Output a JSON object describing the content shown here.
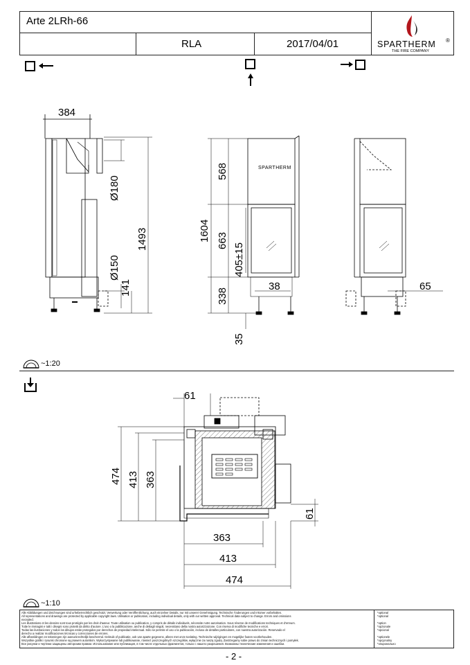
{
  "header": {
    "model": "Arte 2LRh-66",
    "variant": "RLA",
    "date": "2017/04/01",
    "brand": "SPARTHERM",
    "brand_mark": "®",
    "tagline": "THE FIRE COMPANY"
  },
  "view_icons": [
    "square-arrow-left-icon",
    "square-arrow-up-icon",
    "arrow-right-square-icon",
    "scale-icon",
    "plan-view-icon"
  ],
  "elevation": {
    "scale": "~1:20",
    "side_left": {
      "width": "384",
      "flue_upper": "Ø180",
      "flue_lower": "Ø150",
      "height_total": "1493",
      "height_low": "141"
    },
    "front": {
      "upper_height": "568",
      "total_height": "1604",
      "door_height": "663",
      "glass_height": "405±15",
      "base_height": "338",
      "leg_offset": "38",
      "foot": "35",
      "plate_text": "SPARTHERM"
    },
    "side_right": {
      "offset": "65"
    }
  },
  "plan": {
    "scale": "~1:10",
    "top_offset": "61",
    "right_offset": "61",
    "vertical": [
      "474",
      "413",
      "363"
    ],
    "horizontal": [
      "363",
      "413",
      "474"
    ]
  },
  "footer": {
    "lines": [
      "Alle Abbildungen und Zeichnungen sind urheberrechtlich geschützt. Verwertung oder Veröffentlichung, auch einzelner Details, nur mit unserer Genehmigung. Technische Änderungen und Irrtümer vorbehalten.",
      "All representations and drawings are protected by applicable copyright laws. Utilisation or publication, including individual details, only with our written approval. Technical data subject to change. Errors and omissions",
      "excepted.",
      "Les illustrations et les dessins sont tous protégés par les droit d'auteur. Toute utilisation ou publication, y compris de détails individuels, nécessite notre autorisation. Sous réserve de modifications techniques et d'erreurs.",
      "Tutte le immagini e tutti i disegni sono protetti da diritto d'autore. L'uso o la pubblicazione, anche di dettagli singoli, necessitano della nostra autorizzazione. Con riserva di modifiche tecniche e errori.",
      "Todas las ilustraciones y todos los dibujos están protegidos por derechos de propiedad intelectual. Sólo se permite el uso o la publicación, incluso de detalles particulares, con nuestra autorización. Reservado el",
      "derecho a realizar modificaciones técnicas y correcciones de errores.",
      "Alle afbeeldingen en tekeningen zijn auteursrechtelijk beschermd. Gebruik of publicatie, ook van aparte gegevens, alleen met onze toelating. Technische wijzigingen en mogelijke fouten voorbehouden.",
      "Wszystkie grafiki i rysunki chronione są prawem autorskim. Wykorzystywanie lub publikowanie, również poszczególnych szczegółów, wyłącznie za naszą zgodą. Zastrzegamy sobie prawo do zmian technicznych i pomyłek.",
      "Все рисунки и чертежи защищены авторским правом. Использование или публикация, в том числе отдельных фрагментов, только с нашего разрешения. Возможны технические изменения и ошибки."
    ],
    "options": [
      "*optional",
      "*optional",
      "*option",
      "*opzionale",
      "*opcional",
      "*optionele",
      "*opcjonalny",
      "*опционально"
    ],
    "page": "- 2 -"
  }
}
